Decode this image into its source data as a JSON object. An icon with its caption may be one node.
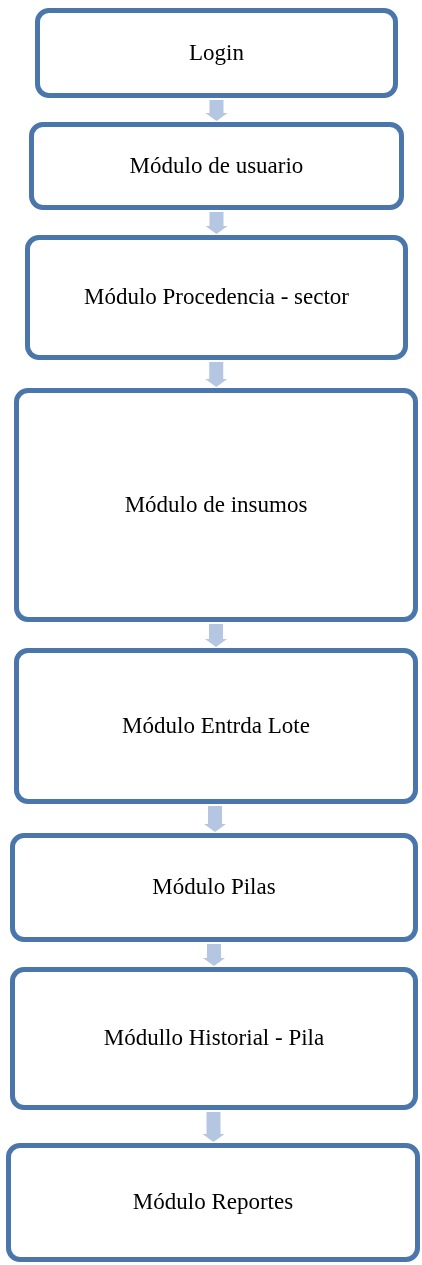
{
  "diagram": {
    "nodes": [
      {
        "text": [
          "Login"
        ]
      },
      {
        "text": [
          "Módulo de usuario"
        ]
      },
      {
        "text": [
          "Módulo Procedencia - sector"
        ]
      },
      {
        "text": [
          "Módulo de insumos"
        ]
      },
      {
        "text": [
          "Módulo Entrda Lote"
        ]
      },
      {
        "text": [
          "Módulo Pilas"
        ]
      },
      {
        "text": [
          "Módullo Historial - Pila"
        ]
      },
      {
        "text": [
          "Módulo Reportes"
        ]
      }
    ],
    "edges": [
      {
        "from": 0,
        "to": 1,
        "arrow": "to"
      },
      {
        "from": 1,
        "to": 2,
        "arrow": "to"
      },
      {
        "from": 2,
        "to": 3,
        "arrow": "to"
      },
      {
        "from": 3,
        "to": 4,
        "arrow": "to"
      },
      {
        "from": 4,
        "to": 5,
        "arrow": "to"
      },
      {
        "from": 5,
        "to": 6,
        "arrow": "to"
      },
      {
        "from": 6,
        "to": 7,
        "arrow": "to"
      }
    ]
  }
}
